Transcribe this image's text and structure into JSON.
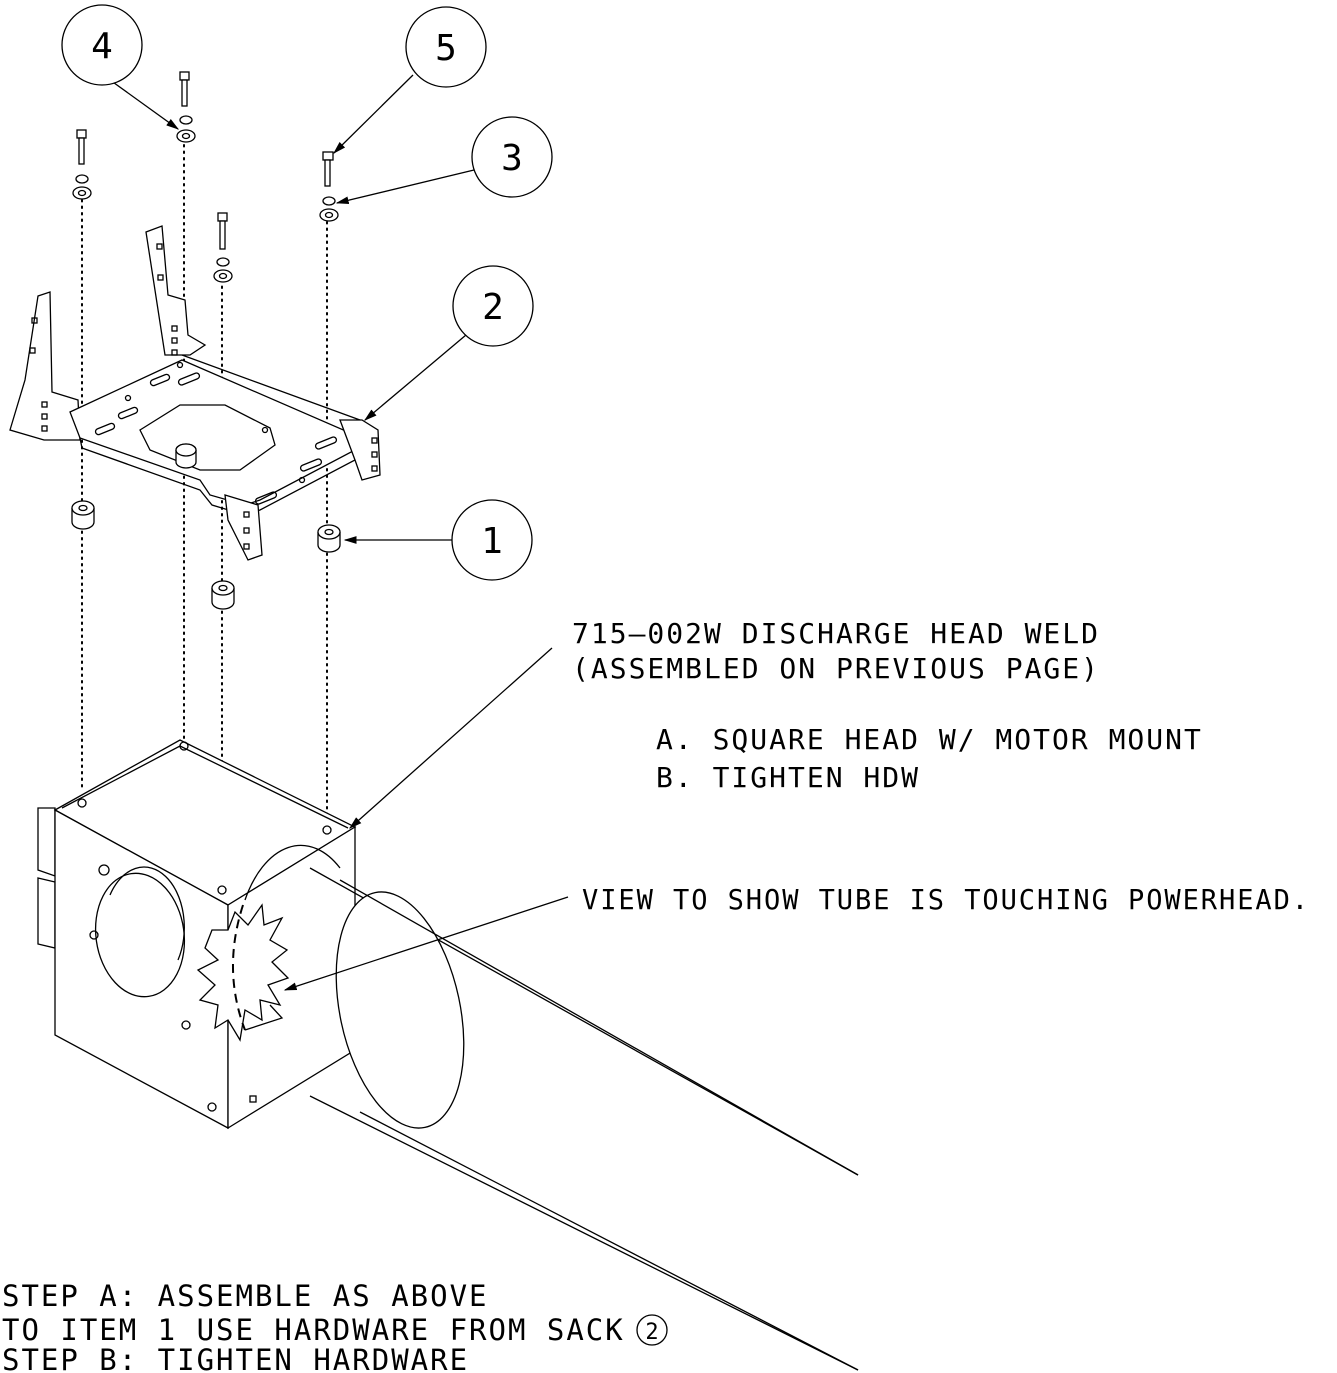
{
  "callouts": [
    {
      "label": "4"
    },
    {
      "label": "5"
    },
    {
      "label": "3"
    },
    {
      "label": "2"
    },
    {
      "label": "1"
    }
  ],
  "notes": {
    "weld_line1": "715–002W DISCHARGE HEAD WELD",
    "weld_line2": "(ASSEMBLED ON PREVIOUS PAGE)",
    "sub_a": "A.  SQUARE HEAD W/ MOTOR MOUNT",
    "sub_b": "B.  TIGHTEN HDW",
    "view_note": "VIEW TO SHOW TUBE IS TOUCHING POWERHEAD."
  },
  "steps": {
    "line1": "STEP A:  ASSEMBLE AS ABOVE",
    "line2": "TO ITEM 1 USE HARDWARE FROM SACK",
    "sack_number": "2",
    "line3": "STEP B:  TIGHTEN HARDWARE"
  }
}
